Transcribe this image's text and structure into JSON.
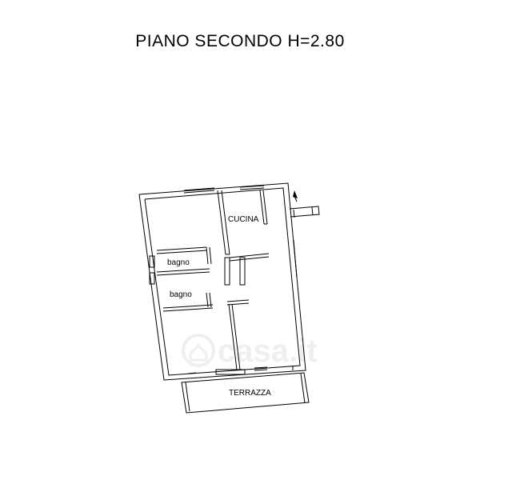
{
  "title": "PIANO SECONDO H=2.80",
  "rooms": {
    "kitchen": "CUCINA",
    "bathroom_1": "bagno",
    "bathroom_2": "bagno",
    "terrace": "TERRAZZA"
  },
  "watermark": "casa.it",
  "colors": {
    "ink": "#000000",
    "background": "#ffffff",
    "watermark": "#e6e6e6"
  }
}
